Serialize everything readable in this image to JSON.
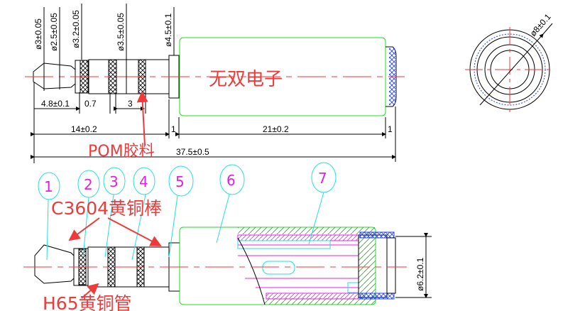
{
  "top_view": {
    "dims_vertical": [
      "ø3±0.05",
      "ø2.5±0.05",
      "ø3.2±0.05",
      "ø3.5±0.05",
      "ø4.5±0.1"
    ],
    "dims_horizontal": [
      "4.8±0.1",
      "0.7",
      "3",
      "14±0.2",
      "1",
      "21±0.2",
      "1",
      "37.5±0.5"
    ],
    "watermark": "无双电子",
    "material_note": "POM胶料"
  },
  "end_view": {
    "dim": "ø8±0.1"
  },
  "section_view": {
    "callouts": [
      "1",
      "2",
      "3",
      "4",
      "5",
      "6",
      "7"
    ],
    "material_rod": "C3604黄铜棒",
    "material_tube": "H65黄铜管",
    "dim": "ø6.2±0.1"
  },
  "colors": {
    "centerline": "#ff3333",
    "handle": "#22dd22",
    "callout": "#22e0e0",
    "insulator": "#ee22ee",
    "annotation": "#f03a3a"
  }
}
